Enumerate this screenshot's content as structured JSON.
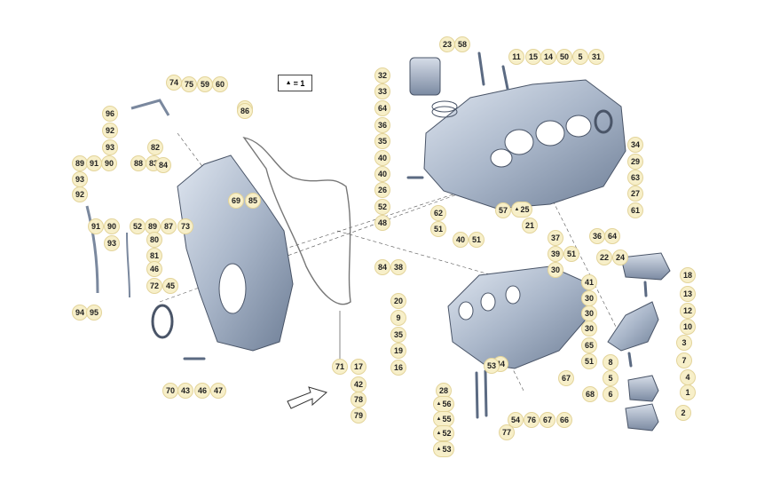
{
  "legend": {
    "symbol": "▲",
    "text": "= 1"
  },
  "callouts": [
    {
      "label": "23"
    },
    {
      "label": "58"
    },
    {
      "label": "11"
    },
    {
      "label": "15"
    },
    {
      "label": "14"
    },
    {
      "label": "50"
    },
    {
      "label": "5"
    },
    {
      "label": "31"
    },
    {
      "label": "32"
    },
    {
      "label": "33"
    },
    {
      "label": "64"
    },
    {
      "label": "36"
    },
    {
      "label": "35"
    },
    {
      "label": "40"
    },
    {
      "label": "40"
    },
    {
      "label": "26"
    },
    {
      "label": "52"
    },
    {
      "label": "48"
    },
    {
      "label": "62"
    },
    {
      "label": "51"
    },
    {
      "label": "40"
    },
    {
      "label": "51"
    },
    {
      "label": "57"
    },
    {
      "label": "25",
      "tri": true
    },
    {
      "label": "21"
    },
    {
      "label": "34"
    },
    {
      "label": "29"
    },
    {
      "label": "63"
    },
    {
      "label": "27"
    },
    {
      "label": "61"
    },
    {
      "label": "36"
    },
    {
      "label": "64"
    },
    {
      "label": "74"
    },
    {
      "label": "75"
    },
    {
      "label": "59"
    },
    {
      "label": "60"
    },
    {
      "label": "86"
    },
    {
      "label": "96"
    },
    {
      "label": "92"
    },
    {
      "label": "93"
    },
    {
      "label": "82"
    },
    {
      "label": "89"
    },
    {
      "label": "91"
    },
    {
      "label": "90"
    },
    {
      "label": "88"
    },
    {
      "label": "83"
    },
    {
      "label": "93"
    },
    {
      "label": "84"
    },
    {
      "label": "92"
    },
    {
      "label": "91"
    },
    {
      "label": "90"
    },
    {
      "label": "52"
    },
    {
      "label": "89"
    },
    {
      "label": "87"
    },
    {
      "label": "73"
    },
    {
      "label": "69"
    },
    {
      "label": "85"
    },
    {
      "label": "93"
    },
    {
      "label": "80"
    },
    {
      "label": "81"
    },
    {
      "label": "46"
    },
    {
      "label": "72"
    },
    {
      "label": "45"
    },
    {
      "label": "94"
    },
    {
      "label": "95"
    },
    {
      "label": "70"
    },
    {
      "label": "43"
    },
    {
      "label": "46"
    },
    {
      "label": "47"
    },
    {
      "label": "86"
    },
    {
      "label": "84"
    },
    {
      "label": "38"
    },
    {
      "label": "37"
    },
    {
      "label": "39"
    },
    {
      "label": "51"
    },
    {
      "label": "30"
    },
    {
      "label": "22"
    },
    {
      "label": "24"
    },
    {
      "label": "41"
    },
    {
      "label": "30"
    },
    {
      "label": "30"
    },
    {
      "label": "30"
    },
    {
      "label": "20"
    },
    {
      "label": "9"
    },
    {
      "label": "35"
    },
    {
      "label": "19"
    },
    {
      "label": "16"
    },
    {
      "label": "71"
    },
    {
      "label": "17"
    },
    {
      "label": "42"
    },
    {
      "label": "78"
    },
    {
      "label": "79"
    },
    {
      "label": "44"
    },
    {
      "label": "28"
    },
    {
      "label": "56",
      "tri": true
    },
    {
      "label": "55",
      "tri": true
    },
    {
      "label": "52",
      "tri": true
    },
    {
      "label": "53",
      "tri": true
    },
    {
      "label": "54"
    },
    {
      "label": "76"
    },
    {
      "label": "67"
    },
    {
      "label": "66"
    },
    {
      "label": "77"
    },
    {
      "label": "67"
    },
    {
      "label": "68"
    },
    {
      "label": "51"
    },
    {
      "label": "65"
    },
    {
      "label": "53"
    },
    {
      "label": "18"
    },
    {
      "label": "13"
    },
    {
      "label": "12"
    },
    {
      "label": "10"
    },
    {
      "label": "3"
    },
    {
      "label": "7"
    },
    {
      "label": "8"
    },
    {
      "label": "5"
    },
    {
      "label": "6"
    },
    {
      "label": "4"
    },
    {
      "label": "1"
    },
    {
      "label": "2"
    }
  ]
}
